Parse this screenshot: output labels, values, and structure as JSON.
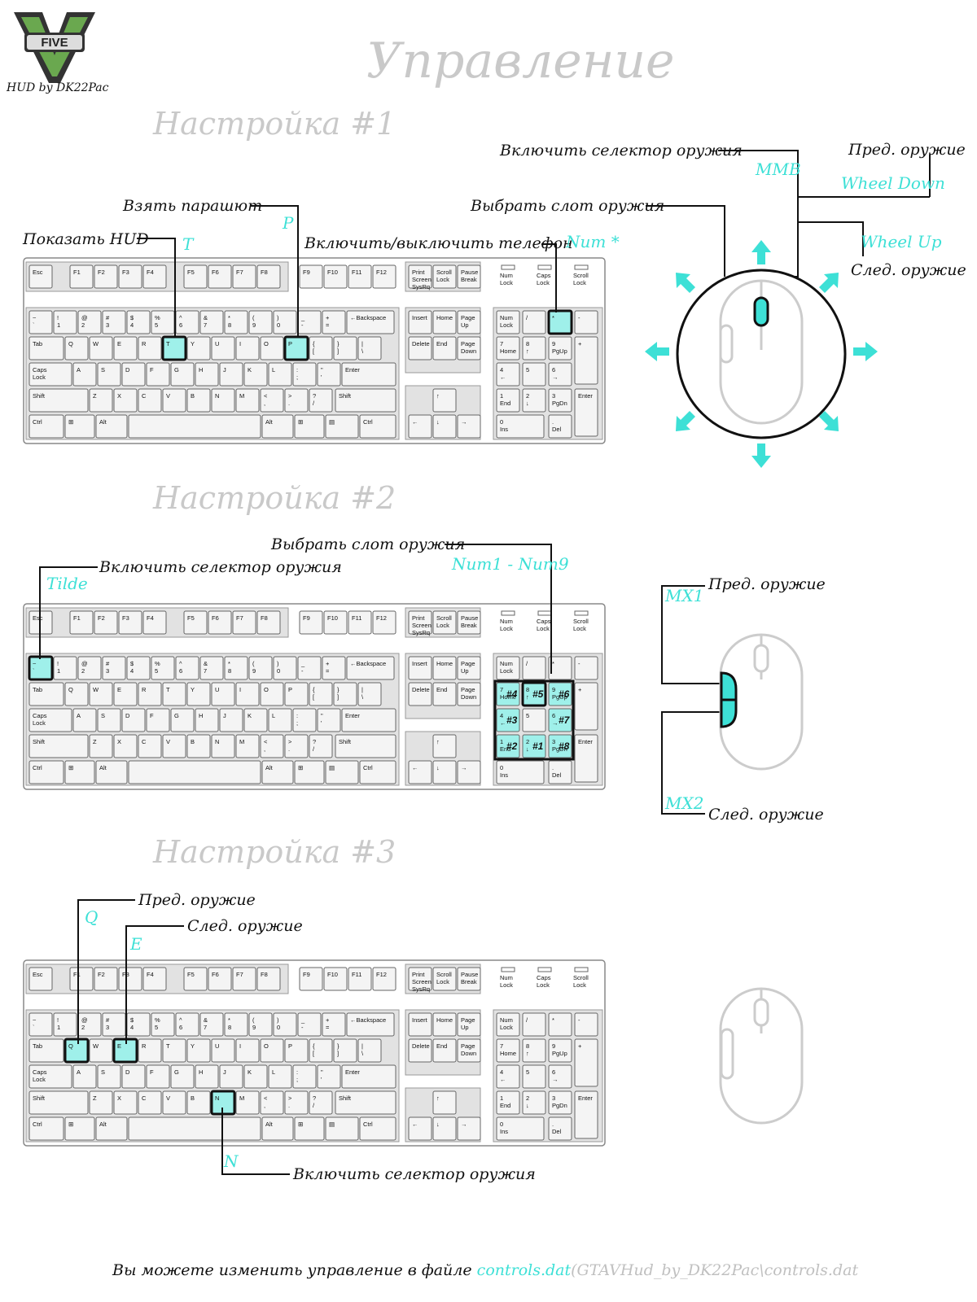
{
  "title": "Управление",
  "logo": {
    "brand": "FIVE",
    "caption": "HUD by DK22Pac"
  },
  "setups": [
    {
      "title": "Настройка #1",
      "labels": {
        "show_hud": "Показать HUD",
        "show_hud_key": "T",
        "parachute": "Взять парашют",
        "parachute_key": "P",
        "phone": "Включить/выключить телефон",
        "phone_key": "Num *",
        "selector": "Включить селектор оружия",
        "selector_key": "MMB",
        "slot": "Выбрать слот оружия",
        "prev": "Пред. оружие",
        "prev_key": "Wheel Down",
        "next": "След. оружие",
        "next_key": "Wheel Up"
      }
    },
    {
      "title": "Настройка #2",
      "labels": {
        "selector": "Включить селектор оружия",
        "selector_key": "Tilde",
        "slot": "Выбрать слот оружия",
        "slot_key": "Num1 - Num9",
        "prev": "Пред. оружие",
        "prev_key": "MX1",
        "next": "След. оружие",
        "next_key": "MX2"
      },
      "slots": [
        "#4",
        "#5",
        "#6",
        "#3",
        "#7",
        "#2",
        "#1",
        "#8"
      ]
    },
    {
      "title": "Настройка #3",
      "labels": {
        "prev": "Пред. оружие",
        "prev_key": "Q",
        "next": "След. оружие",
        "next_key": "E",
        "selector": "Включить селектор оружия",
        "selector_key": "N"
      }
    }
  ],
  "footer": {
    "text": "Вы можете изменить управление в файле ",
    "file": "controls.dat",
    "path": "(GTAVHud_by_DK22Pac\\controls.dat"
  },
  "keyboard": {
    "fkeys": [
      "Esc",
      "F1",
      "F2",
      "F3",
      "F4",
      "F5",
      "F6",
      "F7",
      "F8",
      "F9",
      "F10",
      "F11",
      "F12"
    ],
    "sys": [
      "Print Screen SysRq",
      "Scroll Lock",
      "Pause Break"
    ],
    "leds": [
      "Num Lock",
      "Caps Lock",
      "Scroll Lock"
    ],
    "num_row": [
      "~ `",
      "! 1",
      "@ 2",
      "# 3",
      "$ 4",
      "% 5",
      "^ 6",
      "& 7",
      "* 8",
      "( 9",
      ") 0",
      "_ -",
      "+ =",
      "←Backspace"
    ],
    "q_row": [
      "Tab",
      "Q",
      "W",
      "E",
      "R",
      "T",
      "Y",
      "U",
      "I",
      "O",
      "P",
      "{ [",
      "} ]",
      "| \\"
    ],
    "a_row": [
      "Caps Lock",
      "A",
      "S",
      "D",
      "F",
      "G",
      "H",
      "J",
      "K",
      "L",
      ": ;",
      "\" '",
      "Enter"
    ],
    "z_row": [
      "Shift",
      "Z",
      "X",
      "C",
      "V",
      "B",
      "N",
      "M",
      "< ,",
      "> .",
      "? /",
      "Shift"
    ],
    "bottom": [
      "Ctrl",
      "⊞",
      "Alt",
      "",
      "Alt",
      "⊞",
      "▤",
      "Ctrl"
    ],
    "nav_top": [
      "Insert",
      "Home",
      "Page Up"
    ],
    "nav_bottom": [
      "Delete",
      "End",
      "Page Down"
    ],
    "arrows": [
      "↑",
      "←",
      "↓",
      "→"
    ],
    "numpad": [
      "Num Lock",
      "/",
      "*",
      "-",
      "7 Home",
      "8 ↑",
      "9 PgUp",
      "+",
      "4 ←",
      "5",
      "6 →",
      "1 End",
      "2 ↓",
      "3 PgDn",
      "Enter",
      "0 Ins",
      ". Del"
    ]
  },
  "colors": {
    "accent": "#3de0d6",
    "key_highlight": "#9ff0ea",
    "key_fill": "#f4f4f4",
    "board": "#e2e2e2"
  }
}
